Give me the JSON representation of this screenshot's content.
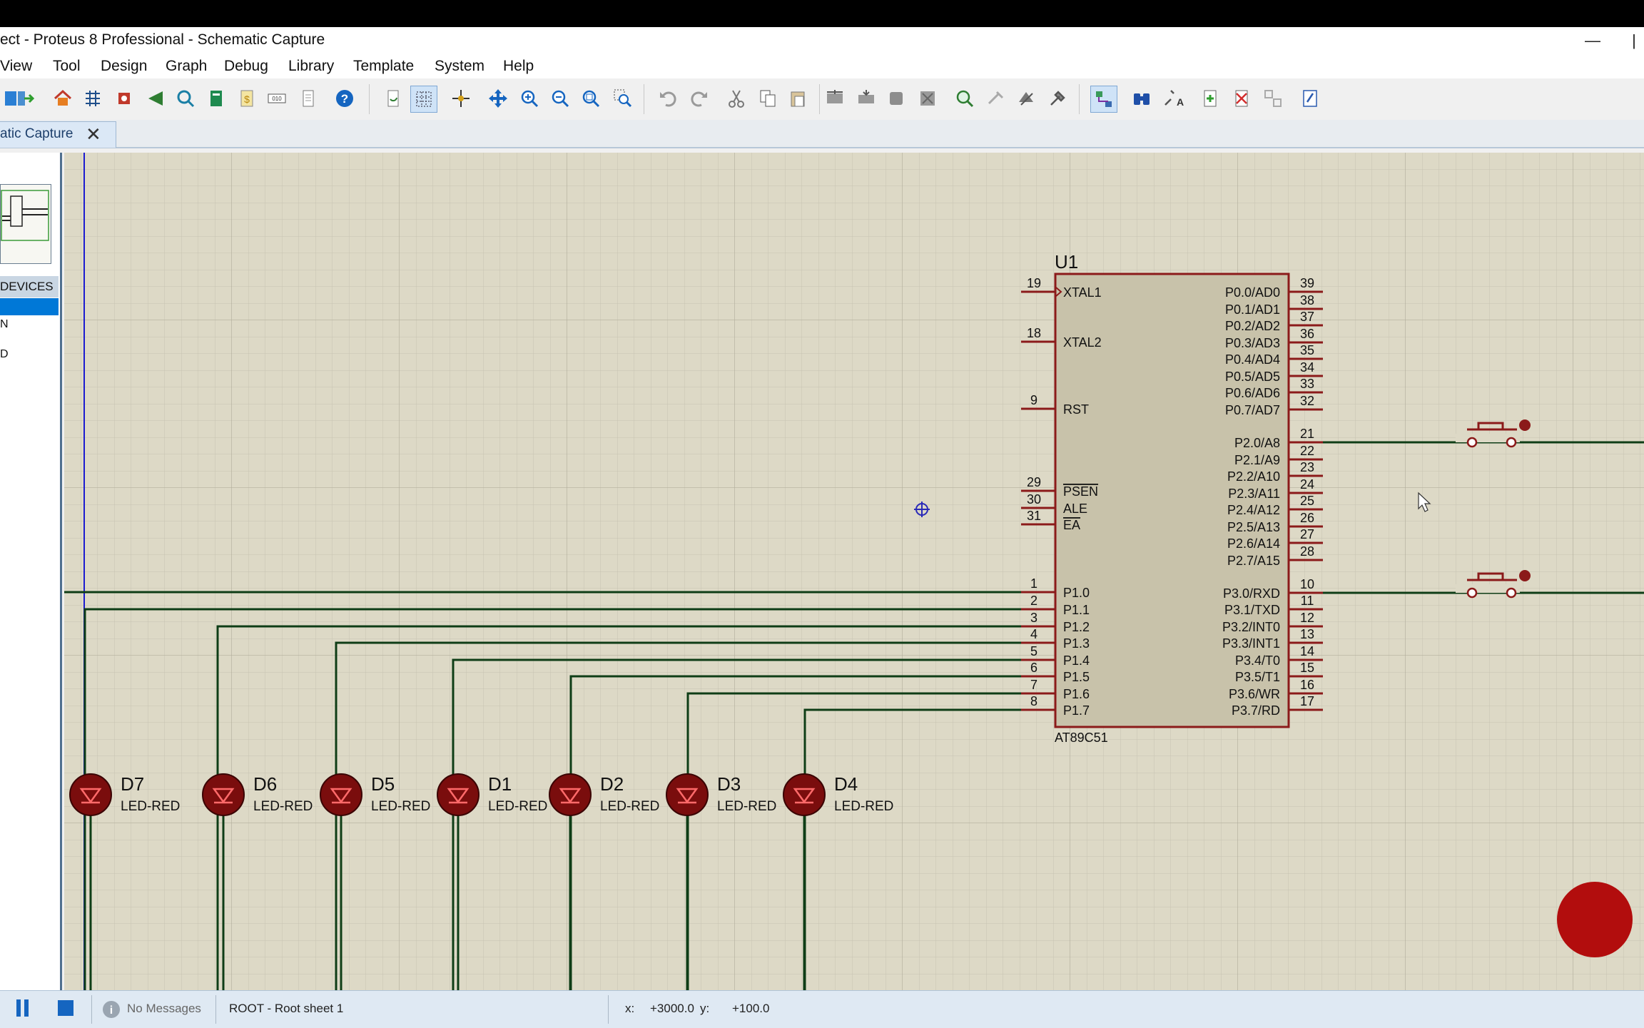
{
  "window": {
    "title": "ect - Proteus 8 Professional - Schematic Capture",
    "minimize": "—",
    "restore": "|"
  },
  "menu": [
    "View",
    "Tool",
    "Design",
    "Graph",
    "Debug",
    "Library",
    "Template",
    "System",
    "Help"
  ],
  "tab": {
    "label": "atic Capture",
    "close": "✕"
  },
  "left_panel": {
    "header": "DEVICES",
    "items": [
      "N",
      "D"
    ]
  },
  "schematic": {
    "chip": {
      "ref": "U1",
      "part": "AT89C51",
      "left_pins": [
        {
          "num": "19",
          "name": "XTAL1"
        },
        {
          "num": "18",
          "name": "XTAL2"
        },
        {
          "num": "9",
          "name": "RST"
        },
        {
          "num": "29",
          "name": "PSEN"
        },
        {
          "num": "30",
          "name": "ALE"
        },
        {
          "num": "31",
          "name": "EA"
        },
        {
          "num": "1",
          "name": "P1.0"
        },
        {
          "num": "2",
          "name": "P1.1"
        },
        {
          "num": "3",
          "name": "P1.2"
        },
        {
          "num": "4",
          "name": "P1.3"
        },
        {
          "num": "5",
          "name": "P1.4"
        },
        {
          "num": "6",
          "name": "P1.5"
        },
        {
          "num": "7",
          "name": "P1.6"
        },
        {
          "num": "8",
          "name": "P1.7"
        }
      ],
      "right_pins": [
        {
          "num": "39",
          "name": "P0.0/AD0"
        },
        {
          "num": "38",
          "name": "P0.1/AD1"
        },
        {
          "num": "37",
          "name": "P0.2/AD2"
        },
        {
          "num": "36",
          "name": "P0.3/AD3"
        },
        {
          "num": "35",
          "name": "P0.4/AD4"
        },
        {
          "num": "34",
          "name": "P0.5/AD5"
        },
        {
          "num": "33",
          "name": "P0.6/AD6"
        },
        {
          "num": "32",
          "name": "P0.7/AD7"
        },
        {
          "num": "21",
          "name": "P2.0/A8"
        },
        {
          "num": "22",
          "name": "P2.1/A9"
        },
        {
          "num": "23",
          "name": "P2.2/A10"
        },
        {
          "num": "24",
          "name": "P2.3/A11"
        },
        {
          "num": "25",
          "name": "P2.4/A12"
        },
        {
          "num": "26",
          "name": "P2.5/A13"
        },
        {
          "num": "27",
          "name": "P2.6/A14"
        },
        {
          "num": "28",
          "name": "P2.7/A15"
        },
        {
          "num": "10",
          "name": "P3.0/RXD"
        },
        {
          "num": "11",
          "name": "P3.1/TXD"
        },
        {
          "num": "12",
          "name": "P3.2/INT0"
        },
        {
          "num": "13",
          "name": "P3.3/INT1"
        },
        {
          "num": "14",
          "name": "P3.4/T0"
        },
        {
          "num": "15",
          "name": "P3.5/T1"
        },
        {
          "num": "16",
          "name": "P3.6/WR"
        },
        {
          "num": "17",
          "name": "P3.7/RD"
        }
      ]
    },
    "leds": [
      {
        "ref": "D7",
        "value": "LED-RED"
      },
      {
        "ref": "D6",
        "value": "LED-RED"
      },
      {
        "ref": "D5",
        "value": "LED-RED"
      },
      {
        "ref": "D1",
        "value": "LED-RED"
      },
      {
        "ref": "D2",
        "value": "LED-RED"
      },
      {
        "ref": "D3",
        "value": "LED-RED"
      },
      {
        "ref": "D4",
        "value": "LED-RED"
      }
    ]
  },
  "status": {
    "messages": "No Messages",
    "sheet": "ROOT - Root sheet 1",
    "x_label": "x:",
    "x_value": "+3000.0",
    "y_label": "y:",
    "y_value": "+100.0"
  },
  "colors": {
    "canvas": "#ddd9c6",
    "wire": "#0e3d16",
    "component": "#8b1a1a",
    "chip_fill": "#c8c2aa"
  }
}
